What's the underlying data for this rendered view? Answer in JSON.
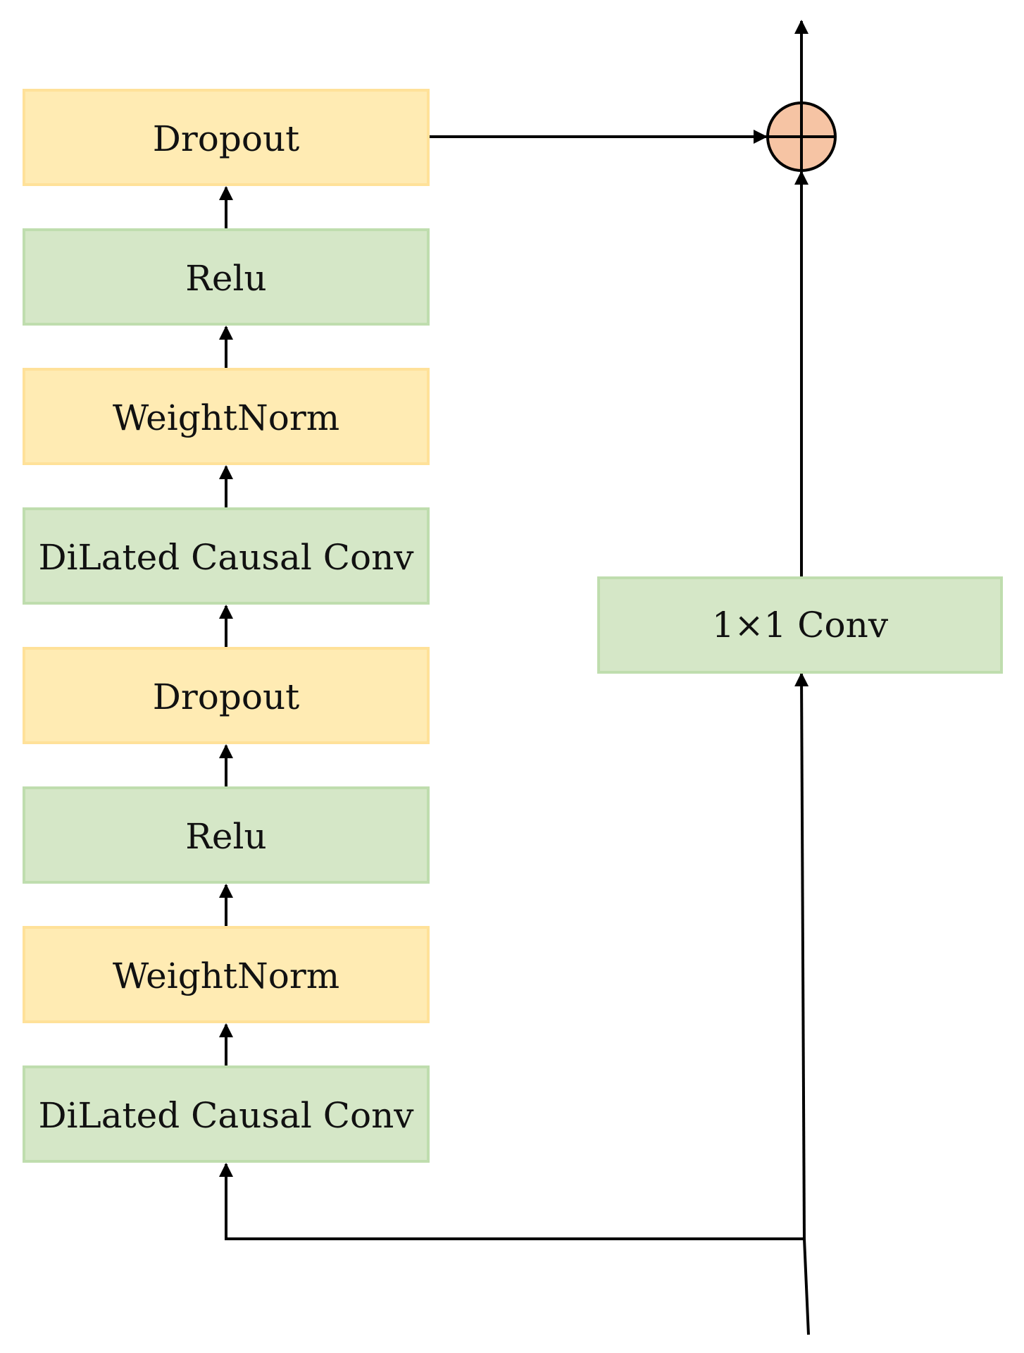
{
  "colors": {
    "yellow_fill": "#FFEBB3",
    "yellow_stroke": "#FFE199",
    "green_fill": "#D5E7C7",
    "green_stroke": "#BFDDAE",
    "sum_fill": "#F6C4A4",
    "line": "#000000"
  },
  "left_stack": [
    {
      "id": "dropout-2",
      "label": "Dropout",
      "color": "yellow"
    },
    {
      "id": "relu-2",
      "label": "Relu",
      "color": "green"
    },
    {
      "id": "weightnorm-2",
      "label": "WeightNorm",
      "color": "yellow"
    },
    {
      "id": "dilated-conv-2",
      "label": "DiLated Causal Conv",
      "color": "green"
    },
    {
      "id": "dropout-1",
      "label": "Dropout",
      "color": "yellow"
    },
    {
      "id": "relu-1",
      "label": "Relu",
      "color": "green"
    },
    {
      "id": "weightnorm-1",
      "label": "WeightNorm",
      "color": "yellow"
    },
    {
      "id": "dilated-conv-1",
      "label": "DiLated Causal Conv",
      "color": "green"
    }
  ],
  "residual": {
    "conv_label": "1×1 Conv",
    "sum_node": "plus-circle-icon"
  }
}
